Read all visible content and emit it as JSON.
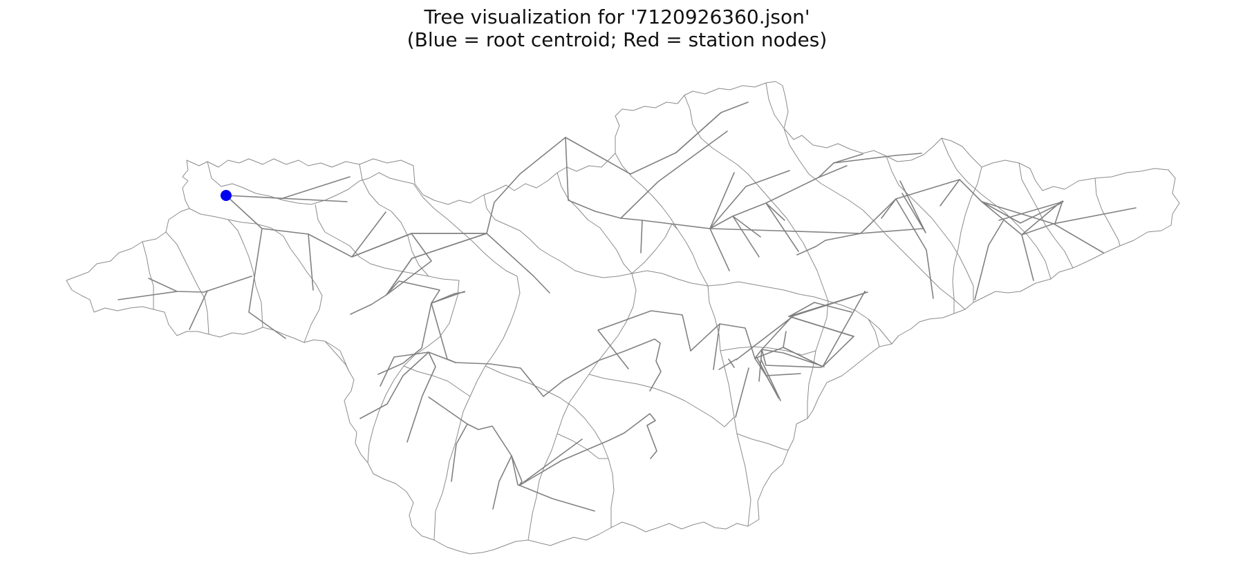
{
  "title": {
    "line1": "Tree visualization for '7120926360.json'",
    "line2": "(Blue = root centroid; Red = station nodes)"
  },
  "colors": {
    "root_node": "#0000ee",
    "edges": "#808080",
    "boundaries": "#8a8a8a",
    "station_nodes": "#ff0000"
  },
  "map": {
    "root_node_count": 1,
    "station_node_count": 0,
    "icons": [
      "root-centroid-marker"
    ]
  }
}
